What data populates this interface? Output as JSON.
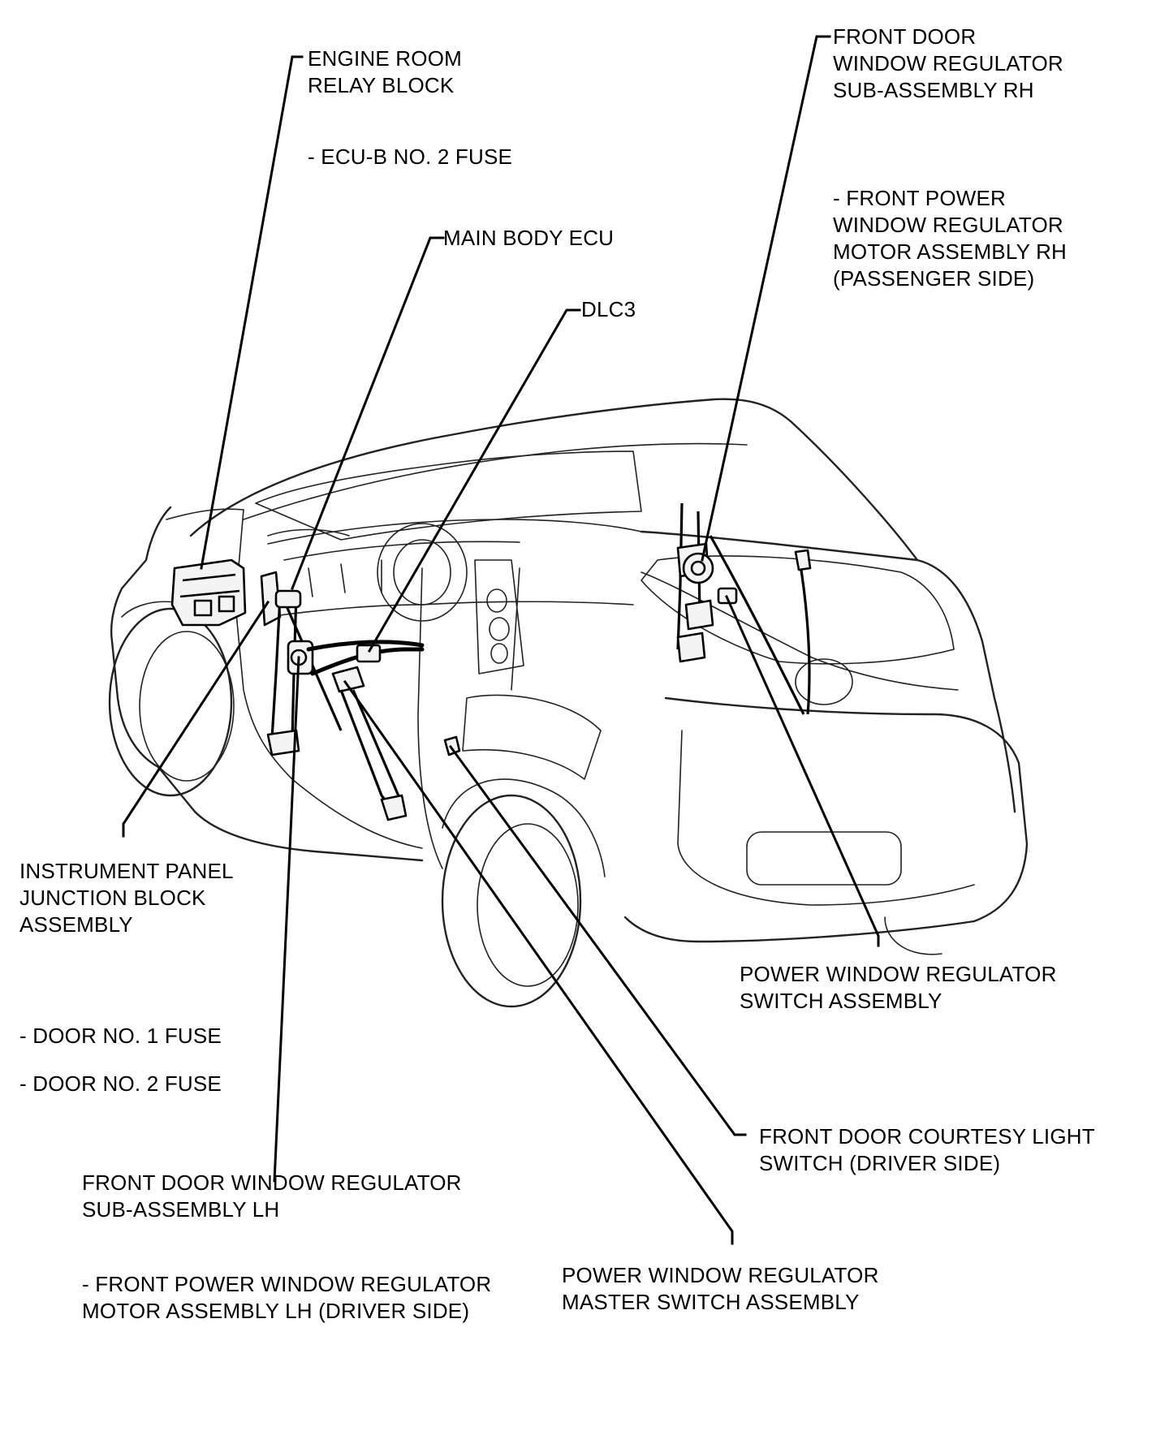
{
  "labels": {
    "engine_room_relay_block": [
      "ENGINE ROOM",
      "RELAY BLOCK"
    ],
    "ecu_b_fuse": [
      "- ECU-B NO. 2 FUSE"
    ],
    "main_body_ecu": [
      "MAIN BODY ECU"
    ],
    "dlc3": [
      "DLC3"
    ],
    "front_door_regulator_rh": [
      "FRONT DOOR",
      "WINDOW REGULATOR",
      "SUB-ASSEMBLY RH"
    ],
    "motor_rh": [
      "- FRONT POWER",
      "WINDOW REGULATOR",
      "MOTOR ASSEMBLY RH",
      "(PASSENGER SIDE)"
    ],
    "instrument_panel_jb": [
      "INSTRUMENT PANEL",
      "JUNCTION BLOCK",
      "ASSEMBLY"
    ],
    "door_fuse_1": [
      "- DOOR NO. 1 FUSE"
    ],
    "door_fuse_2": [
      "- DOOR NO. 2 FUSE"
    ],
    "power_window_switch": [
      "POWER WINDOW REGULATOR",
      "SWITCH ASSEMBLY"
    ],
    "courtesy_switch": [
      "FRONT DOOR COURTESY LIGHT",
      "SWITCH (DRIVER SIDE)"
    ],
    "front_door_regulator_lh": [
      "FRONT DOOR WINDOW REGULATOR",
      "SUB-ASSEMBLY LH"
    ],
    "motor_lh": [
      "- FRONT POWER WINDOW REGULATOR",
      "MOTOR ASSEMBLY LH (DRIVER SIDE)"
    ],
    "master_switch": [
      "POWER WINDOW REGULATOR",
      "MASTER SWITCH ASSEMBLY"
    ]
  }
}
